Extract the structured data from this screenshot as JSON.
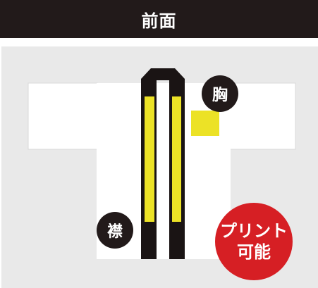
{
  "header": {
    "title": "前面"
  },
  "labels": {
    "chest": "胸",
    "collar": "襟",
    "print_badge_line1": "プリント",
    "print_badge_line2": "可能"
  },
  "colors": {
    "title_bar": "#221a1a",
    "panel_background": "#e9e9e9",
    "garment": "#ffffff",
    "collar_band": "#1a1414",
    "print_area": "#ece226",
    "print_badge": "#d61f24",
    "label_badge": "#221a1a"
  }
}
